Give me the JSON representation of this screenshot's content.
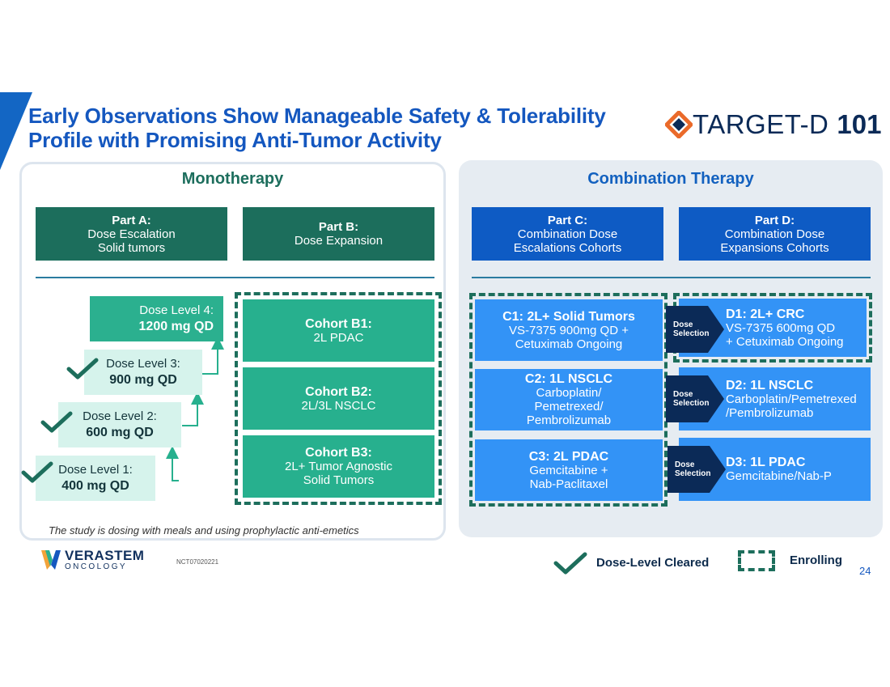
{
  "title": {
    "line1": "Early Observations Show Manageable Safety & Tolerability",
    "line2": "Profile with Promising Anti-Tumor Activity"
  },
  "logo": {
    "text": "TARGET-D",
    "number": "101"
  },
  "monotherapy": {
    "heading": "Monotherapy",
    "part_a": {
      "label": "Part A:",
      "line1": "Dose Escalation",
      "line2": "Solid tumors"
    },
    "part_b": {
      "label": "Part B:",
      "line1": "Dose Expansion"
    },
    "dose_levels": [
      {
        "label": "Dose Level 4:",
        "dose": "1200 mg QD",
        "cleared": false
      },
      {
        "label": "Dose Level 3:",
        "dose": "900 mg QD",
        "cleared": true
      },
      {
        "label": "Dose Level 2:",
        "dose": "600 mg QD",
        "cleared": true
      },
      {
        "label": "Dose Level 1:",
        "dose": "400 mg QD",
        "cleared": true
      }
    ],
    "cohorts": [
      {
        "title": "Cohort B1:",
        "line1": "2L PDAC",
        "line2": ""
      },
      {
        "title": "Cohort B2:",
        "line1": "2L/3L NSCLC",
        "line2": ""
      },
      {
        "title": "Cohort B3:",
        "line1": "2L+ Tumor Agnostic",
        "line2": "Solid Tumors"
      }
    ],
    "footnote": "The study is dosing with meals and using prophylactic anti-emetics"
  },
  "combination": {
    "heading": "Combination Therapy",
    "part_c": {
      "label": "Part C:",
      "line1": "Combination Dose",
      "line2": "Escalations Cohorts"
    },
    "part_d": {
      "label": "Part D:",
      "line1": "Combination Dose",
      "line2": "Expansions Cohorts"
    },
    "c_cohorts": [
      {
        "title": "C1: 2L+ Solid Tumors",
        "line1": "VS-7375 900mg QD +",
        "line2": "Cetuximab Ongoing",
        "line3": ""
      },
      {
        "title": "C2: 1L NSCLC",
        "line1": "Carboplatin/",
        "line2": "Pemetrexed/",
        "line3": "Pembrolizumab"
      },
      {
        "title": "C3: 2L PDAC",
        "line1": "Gemcitabine +",
        "line2": "Nab-Paclitaxel",
        "line3": ""
      }
    ],
    "selection_label": {
      "line1": "Dose",
      "line2": "Selection"
    },
    "d_cohorts": [
      {
        "title": "D1: 2L+ CRC",
        "line1": "VS-7375 600mg QD",
        "line2": "+ Cetuximab Ongoing"
      },
      {
        "title": "D2: 1L NSCLC",
        "line1": "Carboplatin/Pemetrexed",
        "line2": "/Pembrolizumab"
      },
      {
        "title": "D3: 1L PDAC",
        "line1": "Gemcitabine/Nab-P",
        "line2": ""
      }
    ]
  },
  "footer": {
    "company": "VERASTEM",
    "company_sub": "ONCOLOGY",
    "trial_id": "NCT07020221",
    "legend_cleared": "Dose-Level Cleared",
    "legend_enrolling": "Enrolling",
    "page_number": "24"
  },
  "colors": {
    "title_blue": "#1457bf",
    "mono_dark_green": "#1c6e5c",
    "mono_green": "#27b08e",
    "mono_light_green": "#d6f3ec",
    "combo_dark_blue": "#0e5bc4",
    "combo_blue": "#3393f6",
    "chevron_navy": "#0b2a57"
  }
}
